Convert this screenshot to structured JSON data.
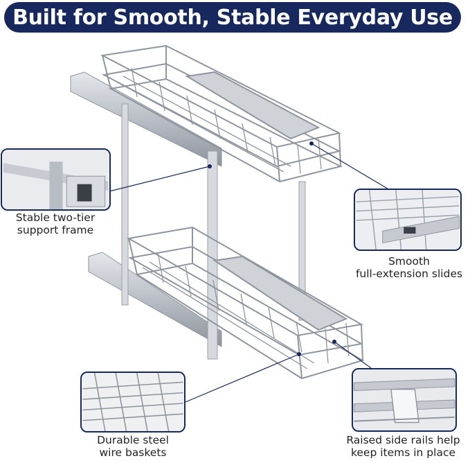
{
  "banner": {
    "title": "Built for Smooth, Stable Everyday Use"
  },
  "callouts": {
    "frame": {
      "line1": "Stable two-tier",
      "line2": "support frame"
    },
    "slides": {
      "line1": "Smooth",
      "line2": "full-extension slides"
    },
    "baskets": {
      "line1": "Durable steel",
      "line2": "wire baskets"
    },
    "rails": {
      "line1": "Raised side rails help",
      "line2": "keep items in place"
    }
  },
  "colors": {
    "navy": "#17285e",
    "steel": "#b9bec6",
    "steel_dark": "#7d848e"
  }
}
